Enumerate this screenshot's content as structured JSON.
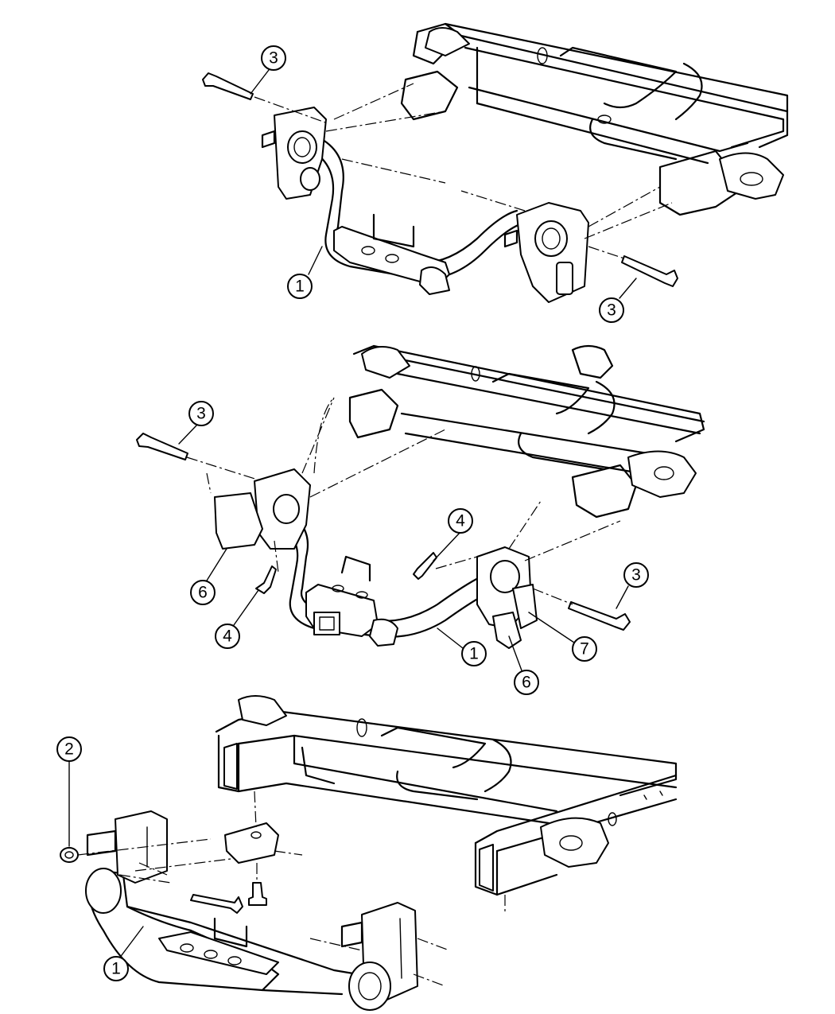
{
  "diagram": {
    "views": [
      {
        "name": "top-view",
        "callouts": [
          {
            "label": "3"
          },
          {
            "label": "1"
          },
          {
            "label": "3"
          }
        ]
      },
      {
        "name": "middle-view",
        "callouts": [
          {
            "label": "3"
          },
          {
            "label": "6"
          },
          {
            "label": "4"
          },
          {
            "label": "4"
          },
          {
            "label": "1"
          },
          {
            "label": "3"
          },
          {
            "label": "7"
          },
          {
            "label": "6"
          }
        ]
      },
      {
        "name": "bottom-view",
        "callouts": [
          {
            "label": "2"
          },
          {
            "label": "1"
          }
        ]
      }
    ]
  }
}
